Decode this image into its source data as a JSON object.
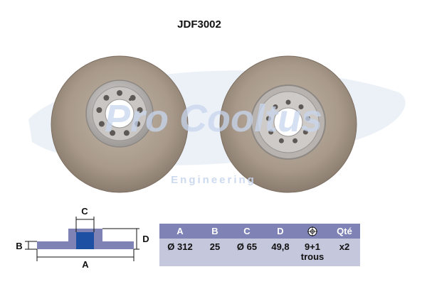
{
  "reference": "JDF3002",
  "watermark": {
    "brand": "Pro Cooltus",
    "subtitle": "Engineering"
  },
  "diagram": {
    "labels": {
      "a": "A",
      "b": "B",
      "c": "C",
      "d": "D"
    }
  },
  "table": {
    "headers": {
      "a": "A",
      "b": "B",
      "c": "C",
      "d": "D",
      "holes_icon": "bolt-circle-icon",
      "qty": "Qté"
    },
    "values": {
      "a": "Ø 312",
      "b": "25",
      "c": "Ø 65",
      "d": "49,8",
      "holes_line1": "9+1",
      "holes_line2": "trous",
      "qty": "x2"
    }
  },
  "colors": {
    "header_bg": "#7e82b5",
    "cell_bg": "#c5c7dc",
    "hub_blue": "#1d4fa3",
    "watermark_blue": "#c8d6ee",
    "watermark_red": "#e8b3b3",
    "disc_metal": "#a49584"
  }
}
